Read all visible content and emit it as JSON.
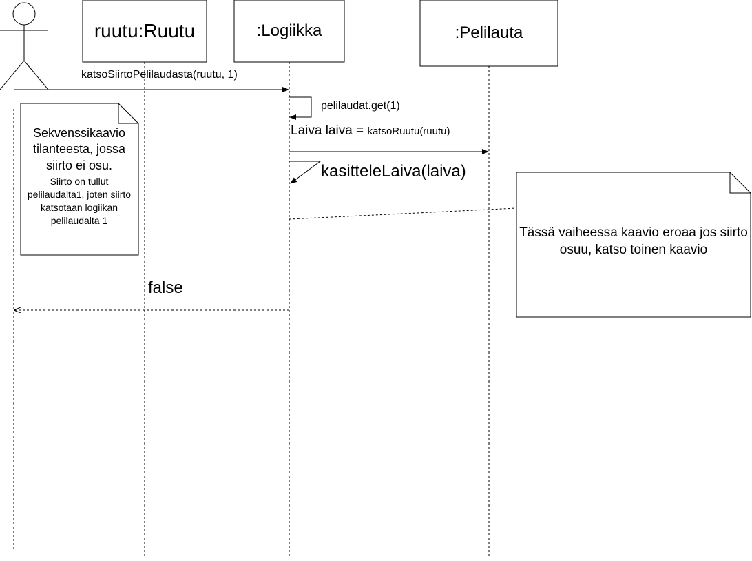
{
  "lifelines": {
    "ruutu": "ruutu:Ruutu",
    "logiikka": ":Logiikka",
    "pelilauta": ":Pelilauta"
  },
  "messages": {
    "call1": "katsoSiirtoPelilaudasta(ruutu, 1)",
    "self1": "pelilaudat.get(1)",
    "call2_prefix": "Laiva laiva = ",
    "call2_method": "katsoRuutu(ruutu)",
    "self2": "kasitteleLaiva(laiva)",
    "return1": "false"
  },
  "notes": {
    "left_main": "Sekvenssikaavio tilanteesta, jossa siirto ei osu.",
    "left_detail": "Siirto on tullut pelilaudalta1, joten siirto katsotaan logiikan pelilaudalta 1",
    "right": "Tässä vaiheessa kaavio eroaa jos siirto osuu, katso toinen kaavio"
  }
}
